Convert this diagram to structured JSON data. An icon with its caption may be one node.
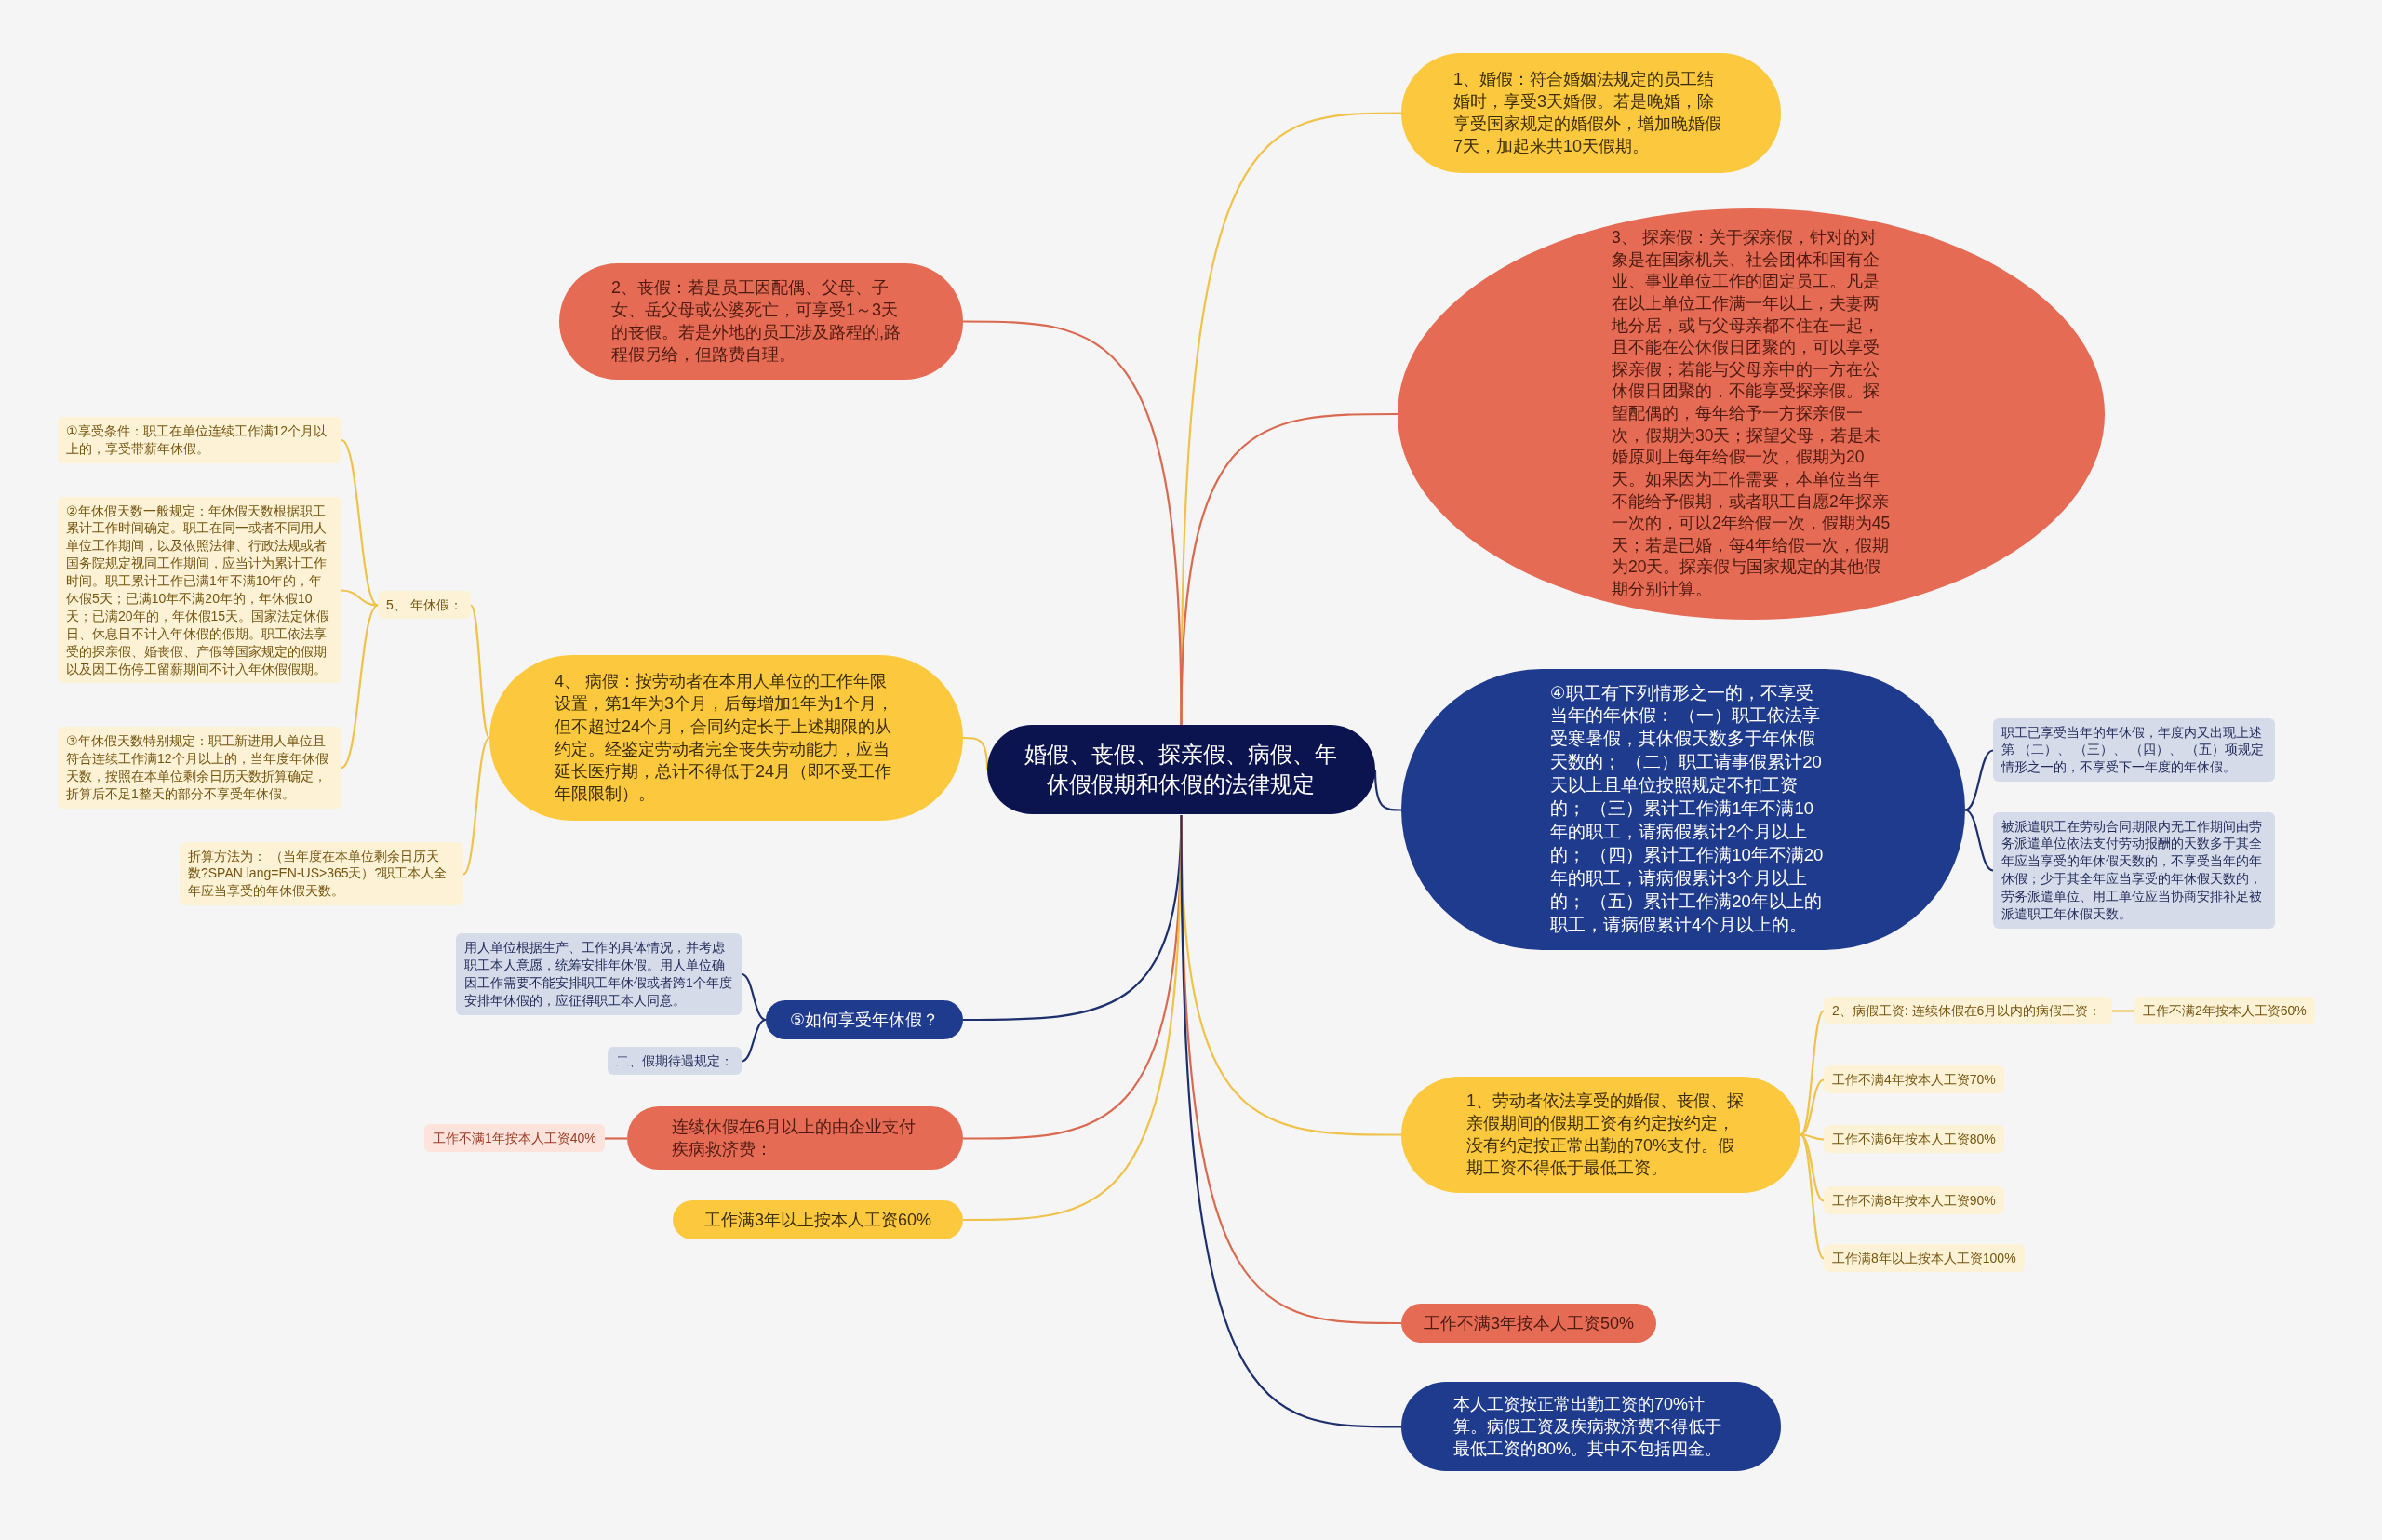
{
  "diagram": {
    "nodes": [
      {
        "text": [
          "婚假、丧假、探亲假、病假、年休假假期和休假的法律规定"
        ]
      },
      {
        "text": [
          "1、婚假：符合婚姻法规定的员工结婚时，享受3天婚假。若是晚婚，除享受国家规定的婚假外，增加晚婚假7天，加起来共10天假期。"
        ]
      },
      {
        "text": [
          "2、丧假：若是员工因配偶、父母、子女、岳父母或公婆死亡，可享受1～3天的丧假。若是外地的员工涉及路程的,路程假另给，但路费自理。"
        ]
      },
      {
        "text": [
          "3、 探亲假：关于探亲假，针对的对象是在国家机关、社会团体和国有企业、事业单位工作的固定员工。凡是在以上单位工作满一年以上，夫妻两地分居，或与父母亲都不住在一起，且不能在公休假日团聚的，可以享受探亲假；若能与父母亲中的一方在公休假日团聚的，不能享受探亲假。探望配偶的，每年给予一方探亲假一次，假期为30天；探望父母，若是未婚原则上每年给假一次，假期为20天。如果因为工作需要，本单位当年不能给予假期，或者职工自愿2年探亲一次的，可以2年给假一次，假期为45天；若是已婚，每4年给假一次，假期为20天。探亲假与国家规定的其他假期分别计算。"
        ]
      },
      {
        "text": [
          "4、 病假：按劳动者在本用人单位的工作年限设置，第1年为3个月，后每增加1年为1个月，但不超过24个月，合同约定长于上述期限的从约定。经鉴定劳动者完全丧失劳动能力，应当延长医疗期，总计不得低于24月（即不受工作年限限制）。"
        ]
      },
      {
        "text": [
          "5、 年休假："
        ]
      },
      {
        "text": [
          "①享受条件：职工在单位连续工作满12个月以上的，享受带薪年休假。"
        ]
      },
      {
        "text": [
          "②年休假天数一般规定：年休假天数根据职工累计工作时间确定。职工在同一或者不同用人单位工作期间，以及依照法律、行政法规或者国务院规定视同工作期间，应当计为累计工作时间。职工累计工作已满1年不满10年的，年休假5天；已满10年不满20年的，年休假10天；已满20年的，年休假15天。国家法定休假日、休息日不计入年休假的假期。职工依法享受的探亲假、婚丧假、产假等国家规定的假期以及因工伤停工留薪期间不计入年休假假期。"
        ]
      },
      {
        "text": [
          "③年休假天数特别规定：职工新进用人单位且符合连续工作满12个月以上的，当年度年休假天数，按照在本单位剩余日历天数折算确定，折算后不足1整天的部分不享受年休假。"
        ]
      },
      {
        "text": [
          "折算方法为： （当年度在本单位剩余日历天数?SPAN lang=EN-US>365天）?职工本人全年应当享受的年休假天数。"
        ]
      },
      {
        "text": [
          "④职工有下列情形之一的，不享受当年的年休假： （一）职工依法享受寒暑假，其休假天数多于年休假天数的； （二）职工请事假累计20天以上且单位按照规定不扣工资的； （三）累计工作满1年不满10年的职工，请病假累计2个月以上的； （四）累计工作满10年不满20年的职工，请病假累计3个月以上的； （五）累计工作满20年以上的职工，请病假累计4个月以上的。"
        ]
      },
      {
        "text": [
          "职工已享受当年的年休假，年度内又出现上述第 （二）、 （三）、 （四）、 （五）项规定情形之一的，不享受下一年度的年休假。"
        ]
      },
      {
        "text": [
          "被派遣职工在劳动合同期限内无工作期间由劳务派遣单位依法支付劳动报酬的天数多于其全年应当享受的年休假天数的，不享受当年的年休假；少于其全年应当享受的年休假天数的，劳务派遣单位、用工单位应当协商安排补足被派遣职工年休假天数。"
        ]
      },
      {
        "text": [
          "⑤如何享受年休假？"
        ]
      },
      {
        "text": [
          "用人单位根据生产、工作的具体情况，并考虑职工本人意愿，统筹安排年休假。用人单位确因工作需要不能安排职工年休假或者跨1个年度安排年休假的，应征得职工本人同意。"
        ]
      },
      {
        "text": [
          "二、假期待遇规定："
        ]
      },
      {
        "text": [
          "连续休假在6月以上的由企业支付疾病救济费："
        ]
      },
      {
        "text": [
          "工作不满1年按本人工资40%"
        ]
      },
      {
        "text": [
          "工作满3年以上按本人工资60%"
        ]
      },
      {
        "text": [
          "1、劳动者依法享受的婚假、丧假、探亲假期间的假期工资有约定按约定，没有约定按正常出勤的70%支付。假期工资不得低于最低工资。"
        ]
      },
      {
        "text": [
          "2、病假工资: 连续休假在6月以内的病假工资："
        ]
      },
      {
        "text": [
          "工作不满2年按本人工资60%"
        ]
      },
      {
        "text": [
          "工作不满4年按本人工资70%"
        ]
      },
      {
        "text": [
          "工作不满6年按本人工资80%"
        ]
      },
      {
        "text": [
          "工作不满8年按本人工资90%"
        ]
      },
      {
        "text": [
          "工作满8年以上按本人工资100%"
        ]
      },
      {
        "text": [
          "工作不满3年按本人工资50%"
        ]
      },
      {
        "text": [
          "本人工资按正常出勤工资的70%计算。病假工资及疾病救济费不得低于最低工资的80%。其中不包括四金。"
        ]
      }
    ],
    "edges": [
      {
        "from": 0,
        "to": 1,
        "arrow": "none"
      },
      {
        "from": 0,
        "to": 2,
        "arrow": "none",
        "color": "#d9694f"
      },
      {
        "from": 0,
        "to": 3,
        "arrow": "none",
        "color": "#d9694f"
      },
      {
        "from": 0,
        "to": 4,
        "arrow": "none"
      },
      {
        "from": 4,
        "to": 5,
        "arrow": "none"
      },
      {
        "from": 5,
        "to": 6,
        "arrow": "none"
      },
      {
        "from": 5,
        "to": 7,
        "arrow": "none"
      },
      {
        "from": 5,
        "to": 8,
        "arrow": "none"
      },
      {
        "from": 4,
        "to": 9,
        "arrow": "none"
      },
      {
        "from": 0,
        "to": 10,
        "arrow": "none",
        "color": "#1e2f6e"
      },
      {
        "from": 10,
        "to": 11,
        "arrow": "none",
        "color": "#1e2f6e"
      },
      {
        "from": 10,
        "to": 12,
        "arrow": "none",
        "color": "#1e2f6e"
      },
      {
        "from": 0,
        "to": 13,
        "arrow": "none",
        "color": "#1e2f6e"
      },
      {
        "from": 13,
        "to": 14,
        "arrow": "none",
        "color": "#1e2f6e"
      },
      {
        "from": 13,
        "to": 15,
        "arrow": "none",
        "color": "#1e2f6e"
      },
      {
        "from": 0,
        "to": 16,
        "arrow": "none",
        "color": "#d9694f"
      },
      {
        "from": 16,
        "to": 17,
        "arrow": "none",
        "color": "#d9694f"
      },
      {
        "from": 0,
        "to": 18,
        "arrow": "none"
      },
      {
        "from": 0,
        "to": 19,
        "arrow": "none"
      },
      {
        "from": 19,
        "to": 20,
        "arrow": "none"
      },
      {
        "from": 20,
        "to": 21,
        "arrow": "none"
      },
      {
        "from": 19,
        "to": 22,
        "arrow": "none"
      },
      {
        "from": 19,
        "to": 23,
        "arrow": "none"
      },
      {
        "from": 19,
        "to": 24,
        "arrow": "none"
      },
      {
        "from": 19,
        "to": 25,
        "arrow": "none"
      },
      {
        "from": 0,
        "to": 26,
        "arrow": "none",
        "color": "#d9694f"
      },
      {
        "from": 0,
        "to": 27,
        "arrow": "none",
        "color": "#1e2f6e"
      }
    ]
  }
}
